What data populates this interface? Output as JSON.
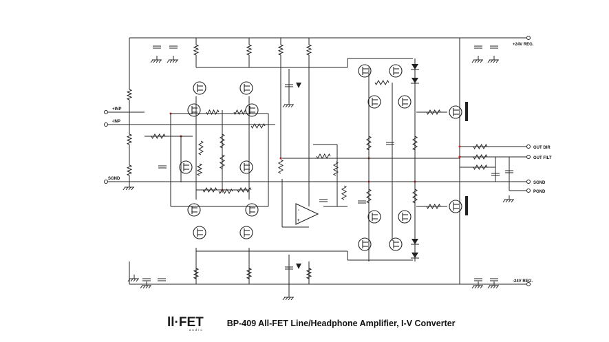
{
  "labels": {
    "pos_rail": "+24V REG.",
    "neg_rail": "-24V REG.",
    "in_pos": "+INP",
    "in_neg": "-INP",
    "sgnd_in": "SGND",
    "out_dir": "OUT DIR",
    "out_filt": "OUT FILT",
    "sgnd_out": "SGND",
    "pgnd": "PGND"
  },
  "logo": {
    "text": "ll·FET",
    "subtext": "audio"
  },
  "title": "BP-409 All-FET Line/Headphone Amplifier, I-V Converter",
  "colors": {
    "wire": "#222222",
    "junction": "#cc2222",
    "led_fill": "#222222"
  }
}
